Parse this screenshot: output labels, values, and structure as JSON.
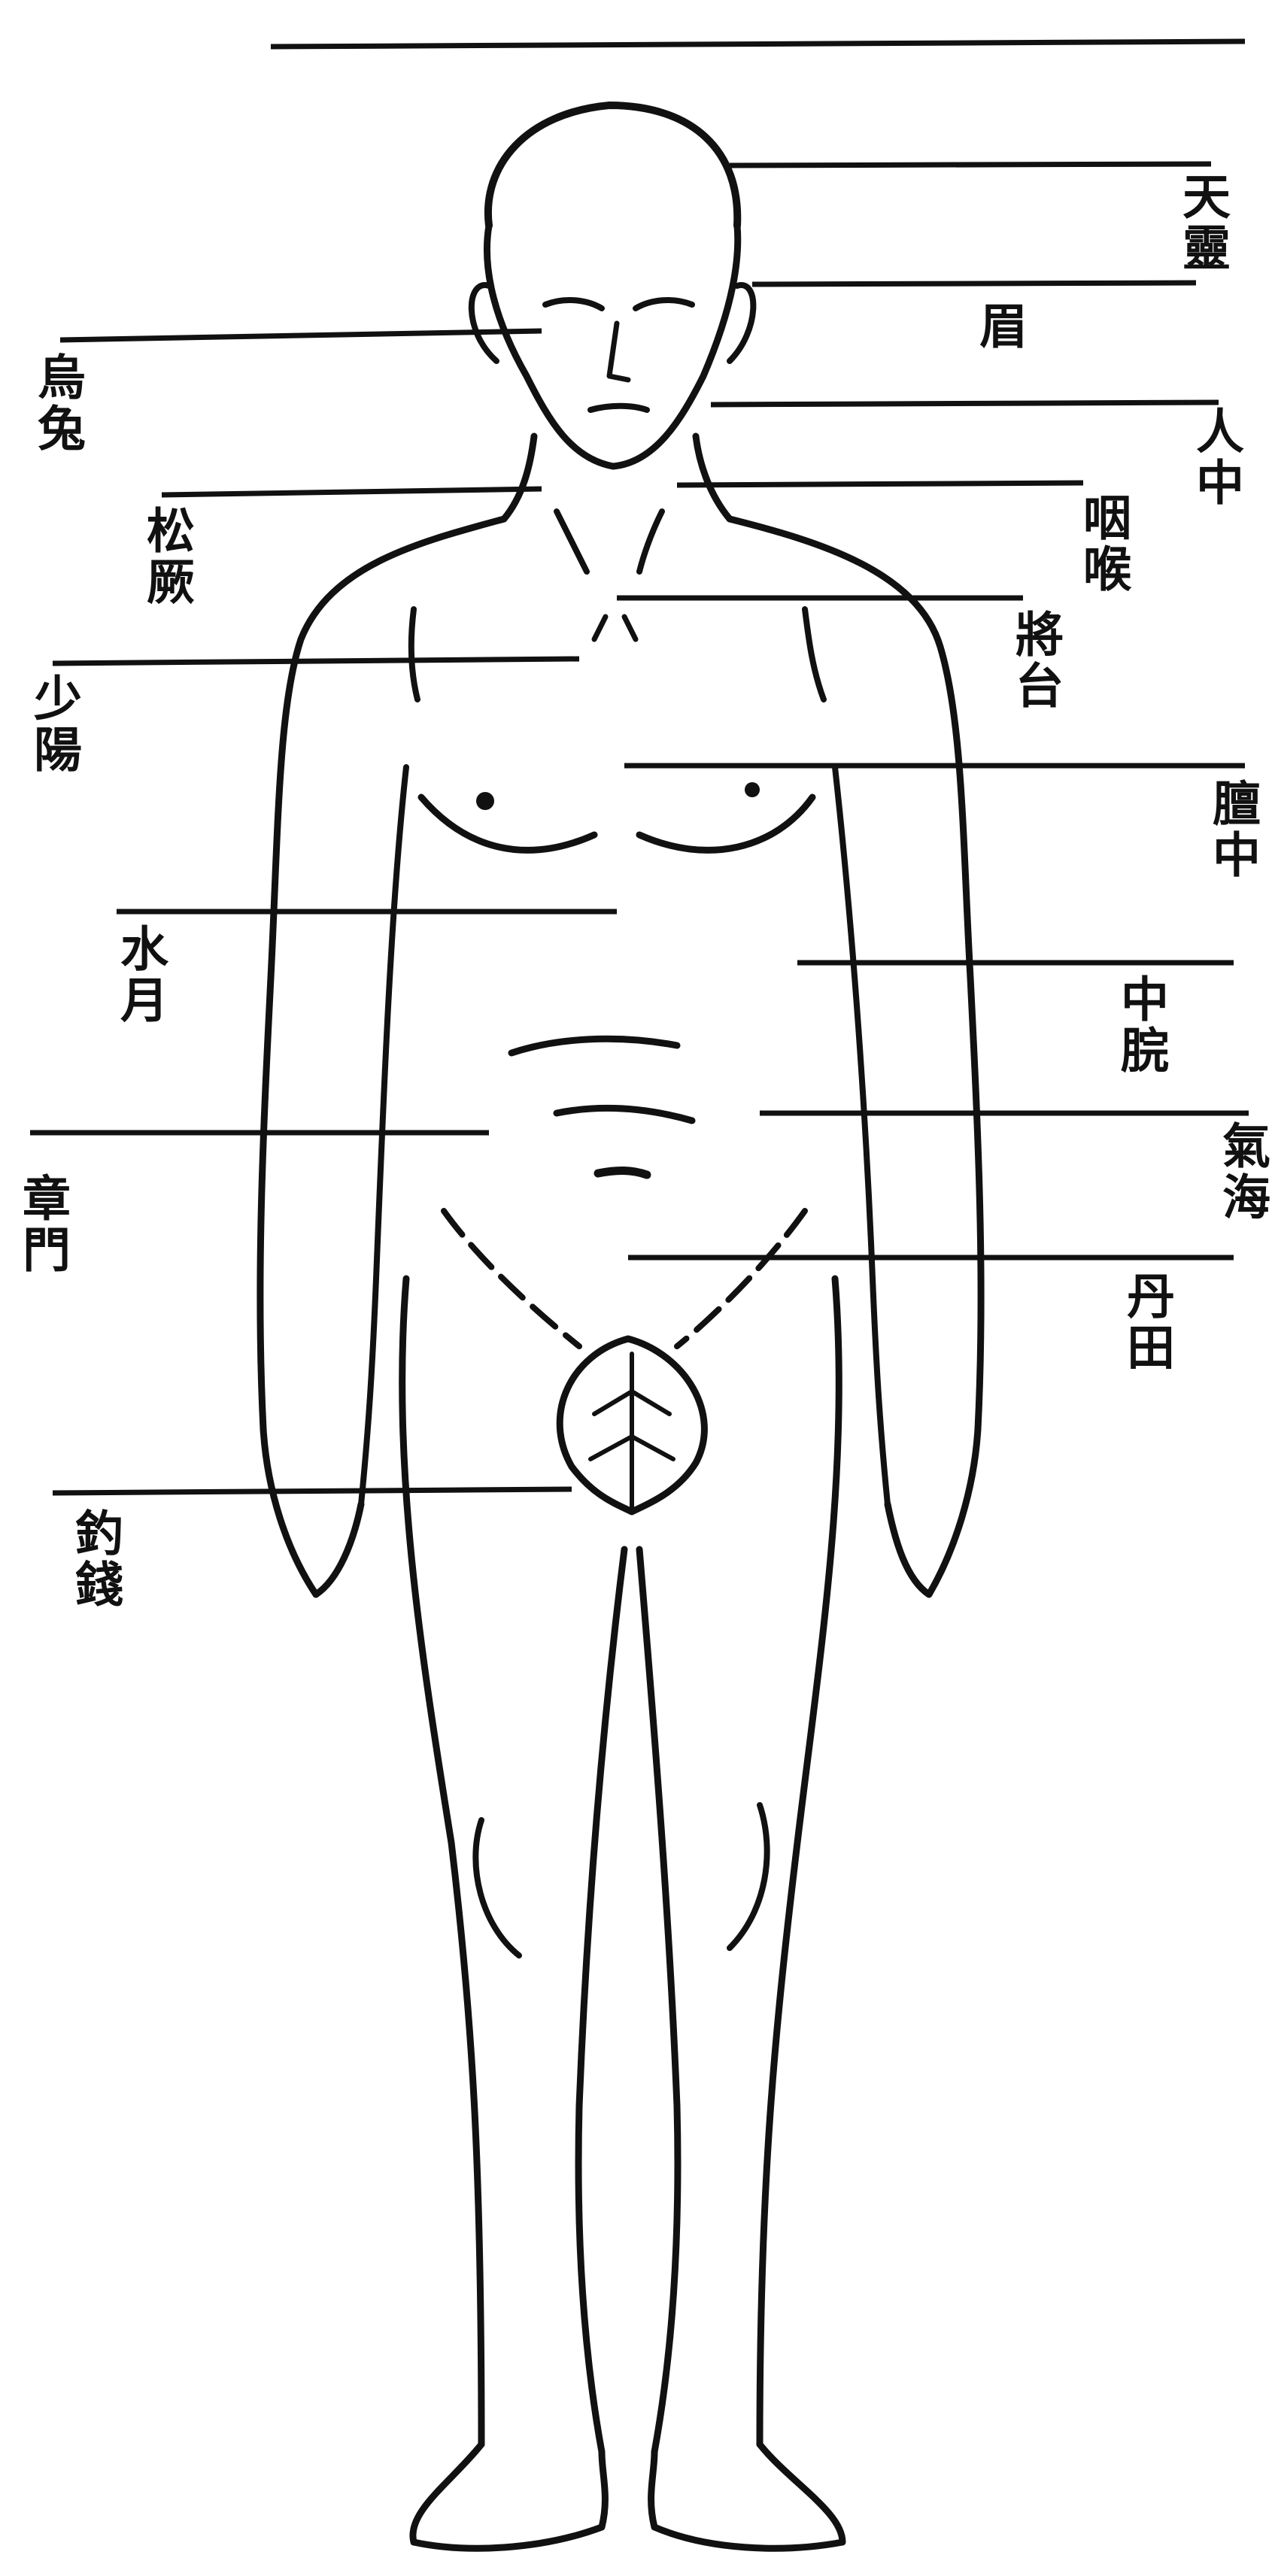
{
  "points": {
    "tianling": "天靈",
    "ming": "眉",
    "renzhong": "人中",
    "yanhou": "咽喉",
    "jiangtai": "將台",
    "tanzhong": "膻中",
    "zhongwan": "中脘",
    "qihai": "氣海",
    "dantian": "丹田",
    "wushu": "烏兔",
    "songjue": "松厥",
    "shaoyang": "少陽",
    "shuiyue": "水月",
    "zhangmen": "章門",
    "diaoqian": "釣錢"
  },
  "colors": {
    "ink": "#111111",
    "paper": "#ffffff"
  }
}
